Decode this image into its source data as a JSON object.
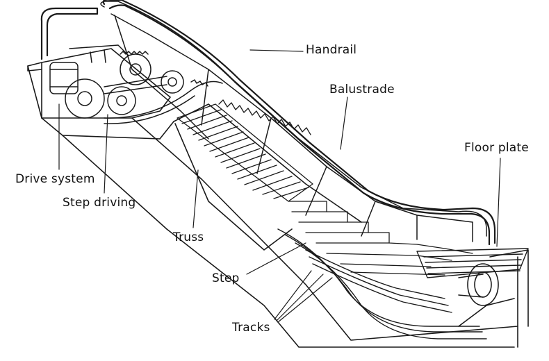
{
  "labels": {
    "handrail": "Handrail",
    "balustrade": "Balustrade",
    "floor_plate": "Floor plate",
    "drive_system": "Drive system",
    "step_driving": "Step driving",
    "truss": "Truss",
    "step": "Step",
    "tracks": "Tracks"
  },
  "colors": {
    "ink": "#1a1a1a",
    "background": "#ffffff"
  }
}
